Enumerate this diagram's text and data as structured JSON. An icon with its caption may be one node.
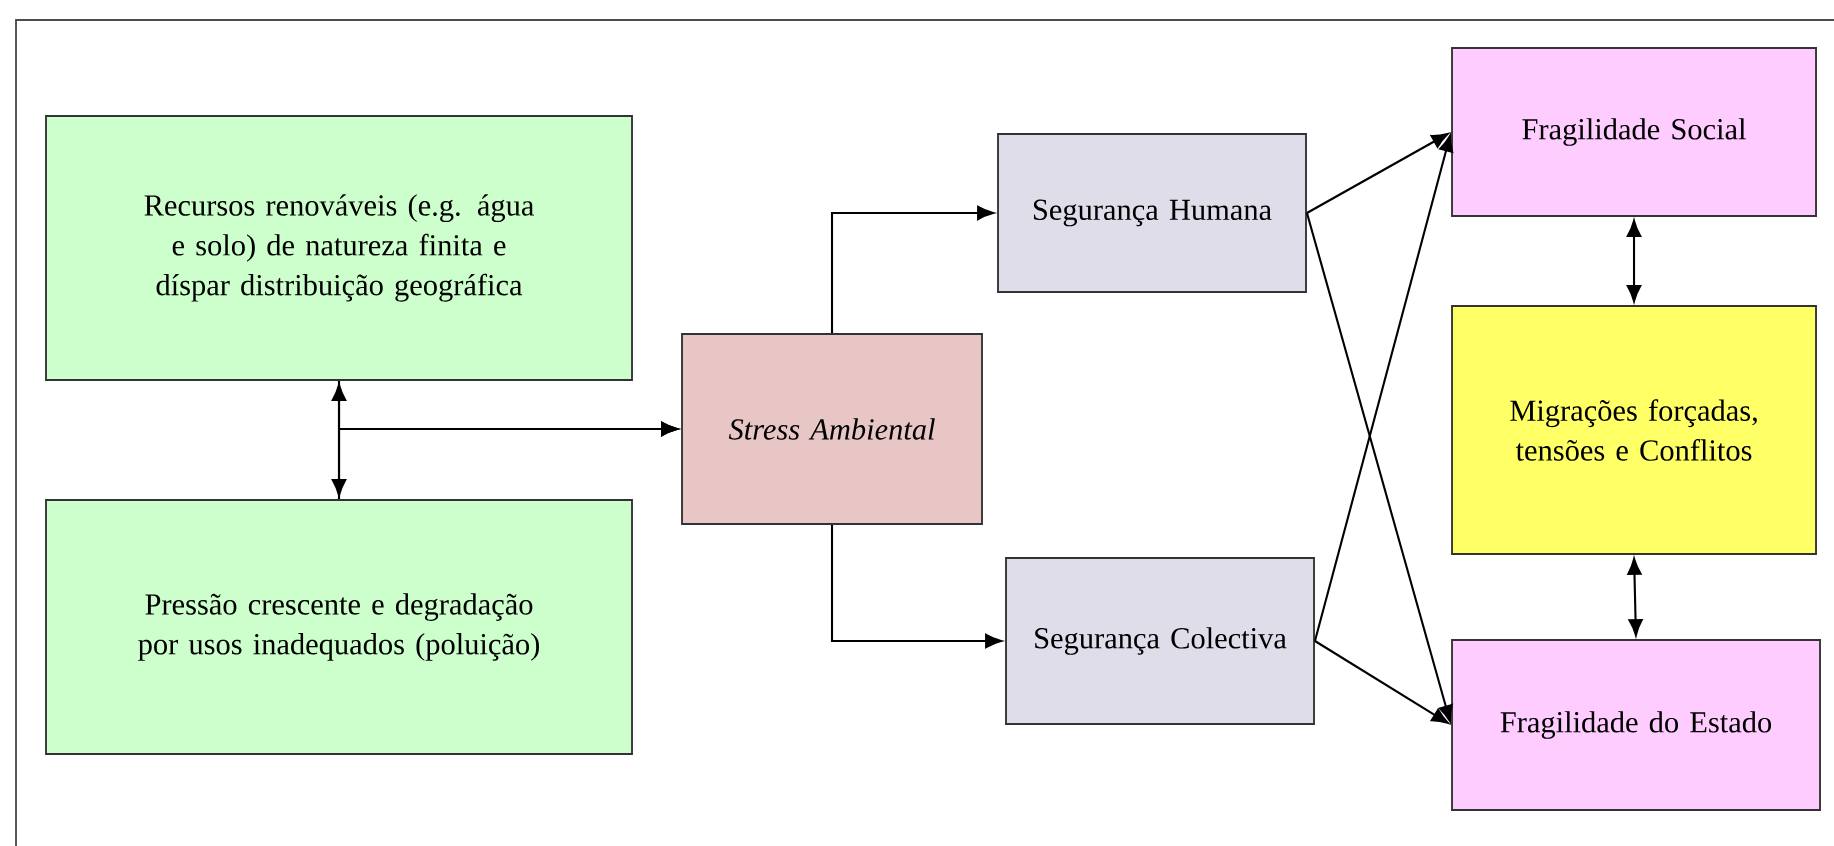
{
  "diagram": {
    "nodes": [
      {
        "text": [
          "Recursos renováveis (e.g. água e solo) de natureza finita e díspar distribuição geográfica"
        ]
      },
      {
        "text": [
          "Pressão crescente e degradação por usos inadequados (poluição)"
        ]
      },
      {
        "text": [
          "Stress Ambiental"
        ]
      },
      {
        "text": [
          "Segurança Humana"
        ]
      },
      {
        "text": [
          "Segurança Colectiva"
        ]
      },
      {
        "text": [
          "Fragilidade Social"
        ]
      },
      {
        "text": [
          "Migrações forçadas, tensões e Conflitos"
        ]
      },
      {
        "text": [
          "Fragilidade do Estado"
        ]
      }
    ],
    "edges": [
      {
        "from": 0,
        "to": 1,
        "arrow": "both"
      },
      {
        "from": 0,
        "to": 2,
        "arrow": "to"
      },
      {
        "from": 1,
        "to": 2,
        "arrow": "to"
      },
      {
        "from": 2,
        "to": 3,
        "arrow": "to"
      },
      {
        "from": 2,
        "to": 4,
        "arrow": "to"
      },
      {
        "from": 3,
        "to": 5,
        "arrow": "to"
      },
      {
        "from": 3,
        "to": 7,
        "arrow": "to"
      },
      {
        "from": 4,
        "to": 5,
        "arrow": "to"
      },
      {
        "from": 4,
        "to": 7,
        "arrow": "to"
      },
      {
        "from": 5,
        "to": 6,
        "arrow": "both"
      },
      {
        "from": 6,
        "to": 7,
        "arrow": "both"
      }
    ]
  }
}
